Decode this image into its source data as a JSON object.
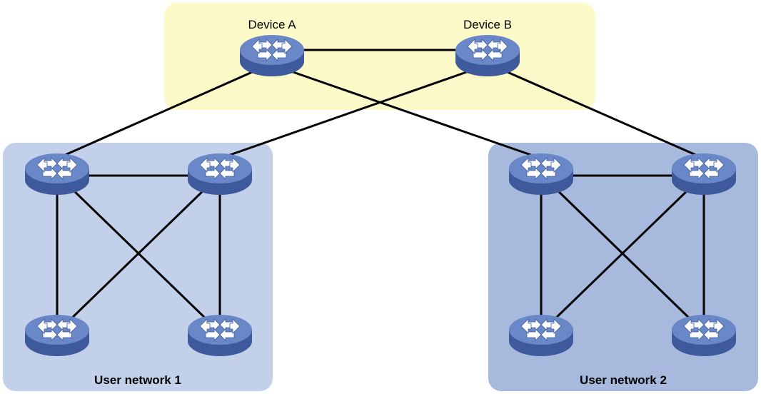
{
  "zones": {
    "core": {
      "fill": "#fbfac8",
      "label": ""
    },
    "user1": {
      "fill": "#c3d0e9",
      "label": "User network 1"
    },
    "user2": {
      "fill": "#a7b9dd",
      "label": "User network 2"
    }
  },
  "devices": {
    "device_a": {
      "label": "Device A"
    },
    "device_b": {
      "label": "Device B"
    }
  },
  "colors": {
    "switch_body": "#4a66aa",
    "switch_top": "#6a88c8",
    "switch_glyph": "#ffffff",
    "link": "#000000"
  },
  "icons": {
    "switch": "network-switch-icon"
  }
}
